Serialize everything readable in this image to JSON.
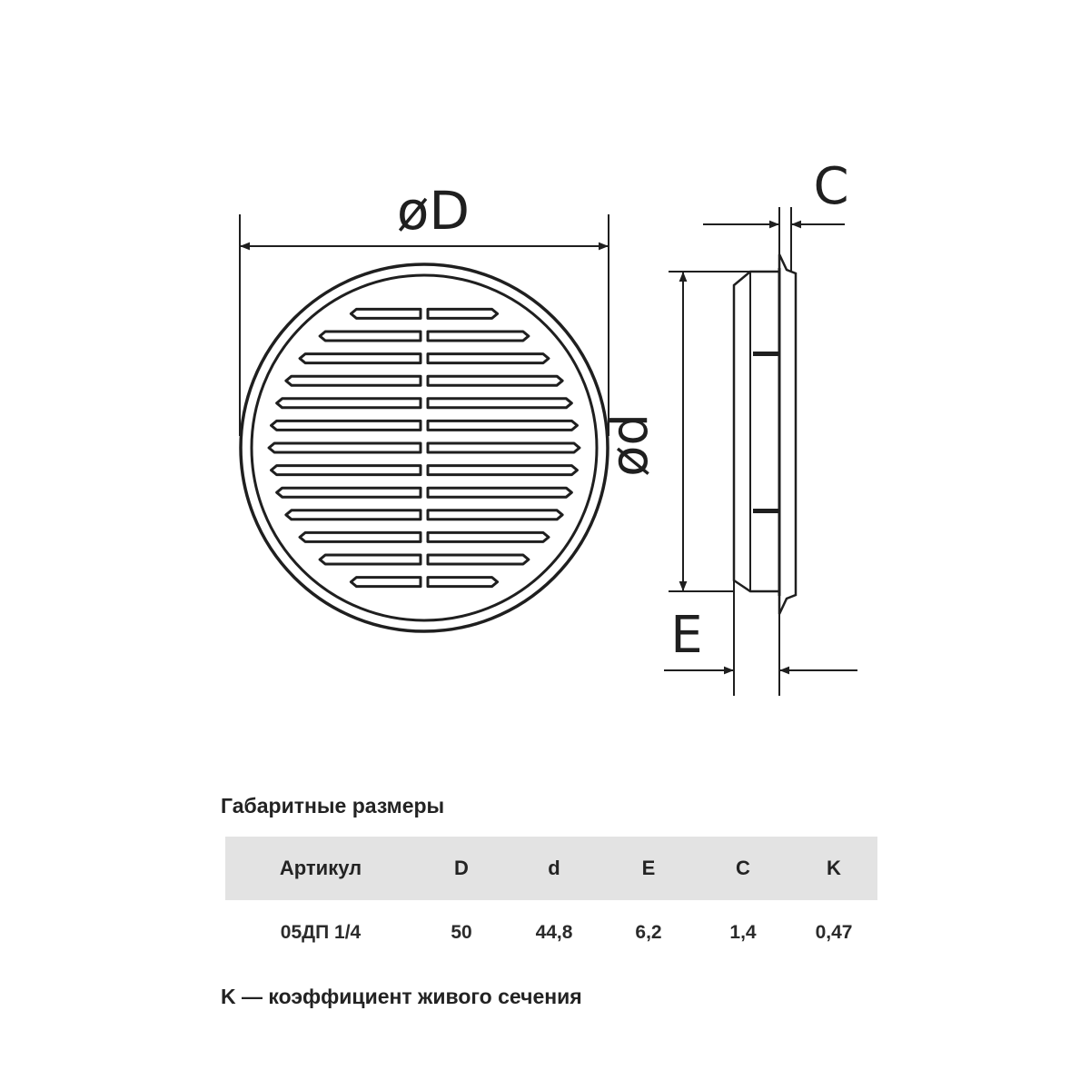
{
  "drawing": {
    "labels": {
      "outer_diameter": "øD",
      "inner_diameter": "ød",
      "flange_thickness": "C",
      "depth": "E"
    }
  },
  "dimensions_heading": "Габаритные размеры",
  "table": {
    "headers": [
      "Артикул",
      "D",
      "d",
      "E",
      "C",
      "K"
    ],
    "rows": [
      [
        "05ДП 1/4",
        "50",
        "44,8",
        "6,2",
        "1,4",
        "0,47"
      ]
    ]
  },
  "footnote": "K — коэффициент живого сечения"
}
